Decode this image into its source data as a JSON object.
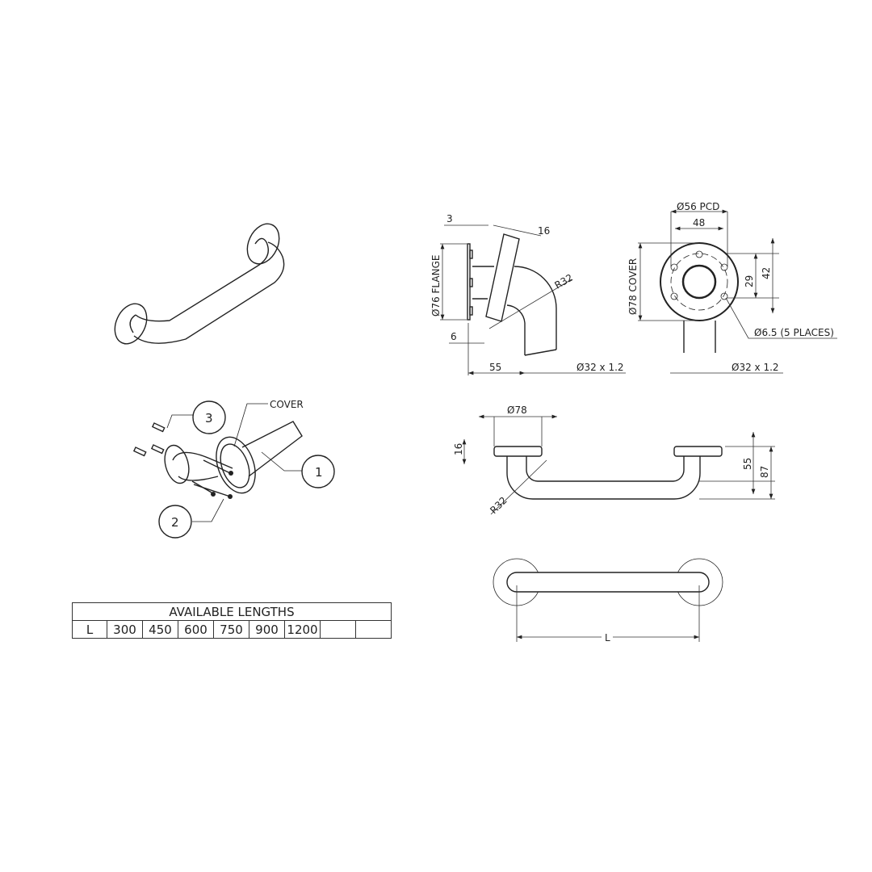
{
  "views": {
    "side_view": {
      "flange_label": "Ø76 FLANGE",
      "dim_3": "3",
      "dim_16": "16",
      "radius": "R32",
      "dim_6": "6",
      "dim_55": "55",
      "tube": "Ø32 x 1.2"
    },
    "front_view": {
      "pcd": "Ø56 PCD",
      "dim_48": "48",
      "cover_label": "Ø78 COVER",
      "dim_29": "29",
      "dim_42": "42",
      "holes": "Ø6.5 (5 PLACES)",
      "tube": "Ø32 x 1.2"
    },
    "elevation_view": {
      "cover_dia": "Ø78",
      "dim_16": "16",
      "radius": "R32",
      "dim_55": "55",
      "dim_87": "87"
    },
    "plan_view": {
      "length_label": "L"
    },
    "exploded_view": {
      "cover_label": "COVER",
      "balloons": [
        "1",
        "2",
        "3"
      ]
    }
  },
  "lengths_table": {
    "title": "AVAILABLE LENGTHS",
    "row_label": "L",
    "values": [
      "300",
      "450",
      "600",
      "750",
      "900",
      "1200",
      "",
      ""
    ]
  }
}
